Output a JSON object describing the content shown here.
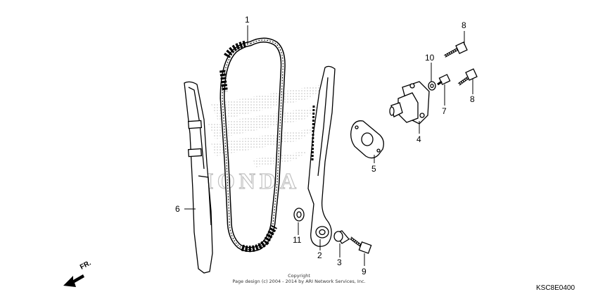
{
  "callouts": {
    "c1": "1",
    "c2": "2",
    "c3": "3",
    "c4": "4",
    "c5": "5",
    "c6": "6",
    "c7": "7",
    "c8a": "8",
    "c8b": "8",
    "c9": "9",
    "c10": "10",
    "c11": "11"
  },
  "direction": {
    "label": "FR."
  },
  "watermark": {
    "text": "HONDA"
  },
  "footer": {
    "copyright_title": "Copyright",
    "copyright_line": "Page design (c) 2004 - 2014 by ARI Network Services, Inc.",
    "catalog_code": "KSC8E0400"
  },
  "colors": {
    "line": "#000000",
    "watermark": "#cfcfcf"
  }
}
